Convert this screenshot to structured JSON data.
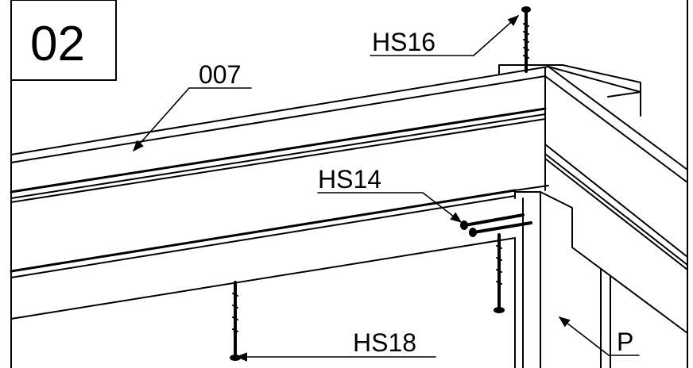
{
  "step_number": "02",
  "labels": {
    "beam": "007",
    "screw_top": "HS16",
    "screws_mid": "HS14",
    "screw_bottom": "HS18",
    "post": "P"
  },
  "colors": {
    "line": "#000000",
    "background": "#ffffff"
  }
}
